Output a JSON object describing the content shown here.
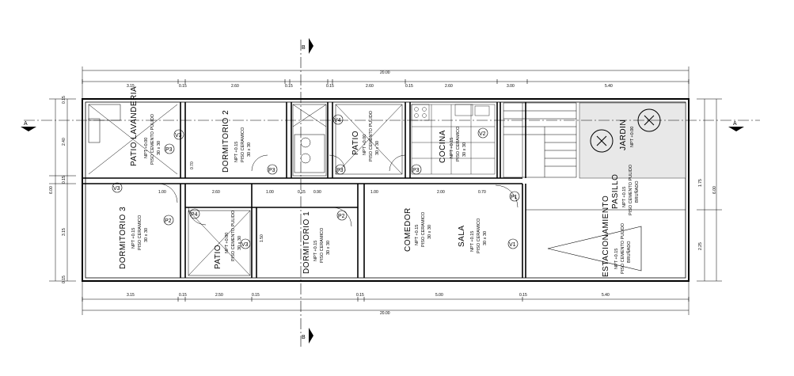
{
  "rooms": {
    "patio_lavanderia": {
      "name": "PATIO LAVANDERIA",
      "level": "NPT +0.00",
      "floor": "PISO CEMENTO PULIDO",
      "size": "30 x 30"
    },
    "dormitorio2": {
      "name": "DORMITORIO 2",
      "level": "NPT +0.15",
      "floor": "PISO CERAMICO",
      "size": "30 x 30"
    },
    "patio_top": {
      "name": "PATIO",
      "level": "NPT +0.00",
      "floor": "PISO CEMENTO PULIDO",
      "size": "30 x 30"
    },
    "cocina": {
      "name": "COCINA",
      "level": "NPT +0.15",
      "floor": "PISO CERAMICO",
      "size": "30 x 30"
    },
    "jardin": {
      "name": "JARDIN",
      "level": "NPT +0.00"
    },
    "pasillo": {
      "name": "PASILLO",
      "level": "NPT +0.15",
      "floor": "PISO CEMENTO PULIDO",
      "size": "BRUÑADO"
    },
    "dormitorio3": {
      "name": "DORMITORIO 3",
      "level": "NPT +0.15",
      "floor": "PISO CERAMICO",
      "size": "30 x 30"
    },
    "patio_bottom": {
      "name": "PATIO",
      "level": "NPT +0.00",
      "floor": "PISO CEMENTO PULIDO",
      "size": "30 x 30"
    },
    "dormitorio1": {
      "name": "DORMITORIO 1",
      "level": "NPT +0.15",
      "floor": "PISO CERAMICO",
      "size": "30 x 30"
    },
    "comedor": {
      "name": "COMEDOR",
      "level": "NPT +0.15",
      "floor": "PISO CERAMICO",
      "size": "30 x 30"
    },
    "sala": {
      "name": "SALA",
      "level": "NPT +0.15",
      "floor": "PISO CERAMICO",
      "size": "30 x 30"
    },
    "estacionamiento": {
      "name": "ESTACIONAMIENTO",
      "level": "NPT +0.15",
      "floor": "PISO CEMENTO PULIDO",
      "size": "BRUÑADO"
    }
  },
  "tags": {
    "p1": "P1",
    "p2": "P2",
    "p3": "P3",
    "p4": "P4",
    "v1": "V1",
    "v2": "V2",
    "v3": "V3",
    "v4": "V4"
  },
  "sections": {
    "a": "A",
    "b": "B"
  },
  "dims": {
    "overall": "20.00",
    "top": [
      "3.15",
      "0.15",
      "2.60",
      "0.15",
      "0.15",
      "2.60",
      "0.15",
      "2.60",
      "3.00",
      "5.40"
    ],
    "bottom": [
      "3.15",
      "0.15",
      "2.50",
      "0.15",
      "0.15",
      "5.00",
      "0.15",
      "5.40"
    ],
    "left": [
      "0.15",
      "2.40",
      "0.15",
      "3.15",
      "0.15"
    ],
    "left_total": "6.00",
    "right": [
      "1.75",
      "2.25"
    ],
    "right_total": "6.00",
    "inner": [
      "1.00",
      "2.60",
      "1.00",
      "0.15",
      "0.90",
      "1.50",
      "0.70",
      "1.00",
      "2.00",
      "0.70"
    ]
  }
}
